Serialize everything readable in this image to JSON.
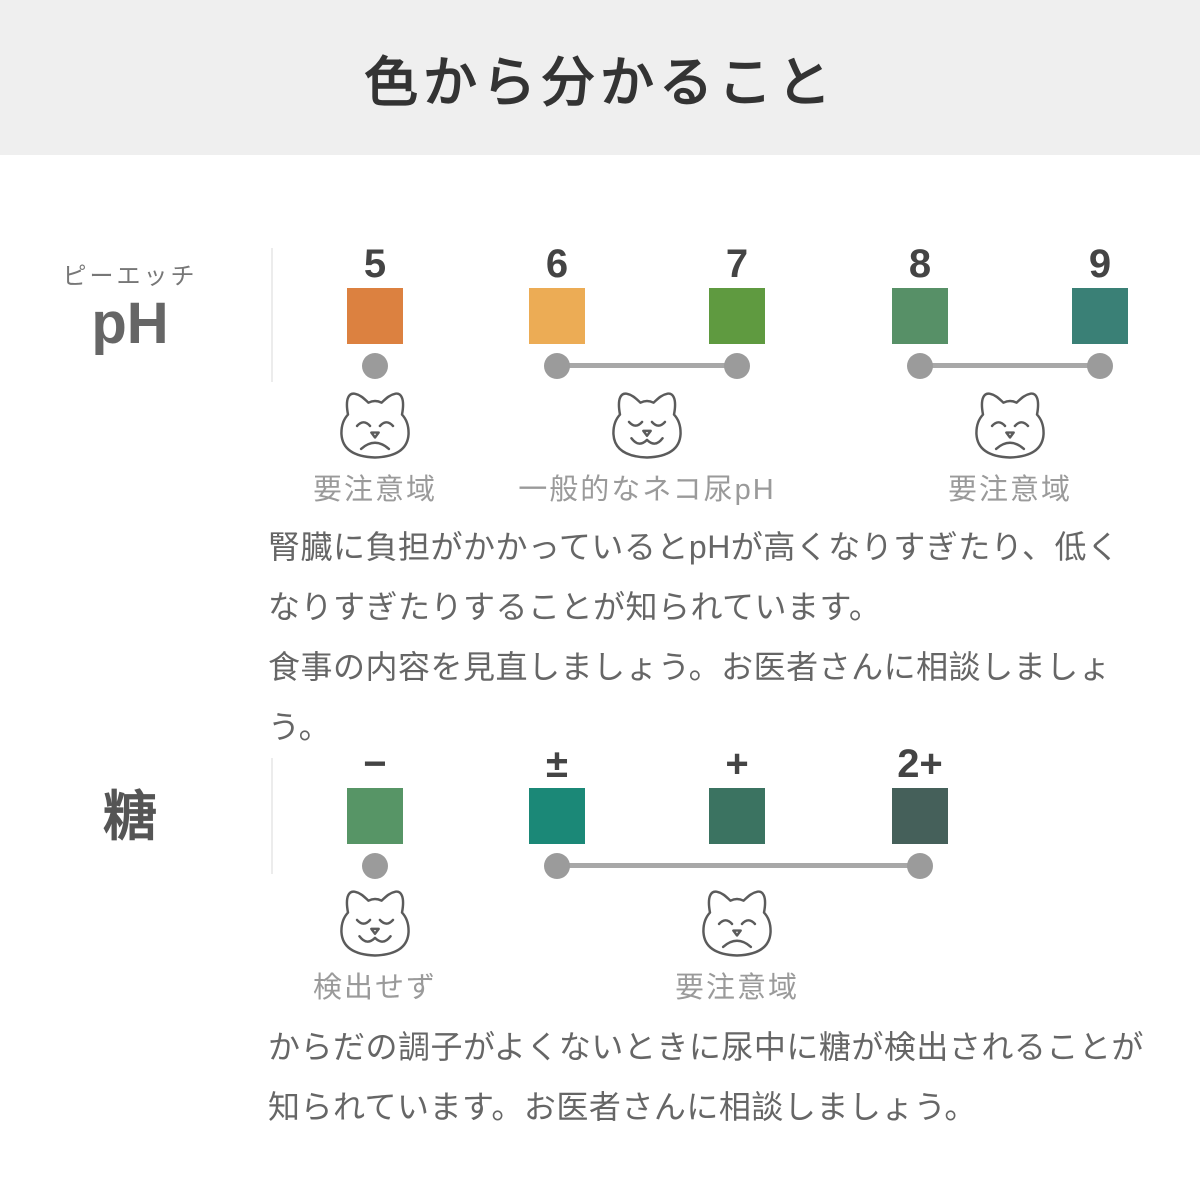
{
  "header": {
    "title": "色から分かること"
  },
  "ph": {
    "ruby": "ピーエッチ",
    "label": "pH",
    "swatches": [
      {
        "value": "5",
        "color": "#dc8140"
      },
      {
        "value": "6",
        "color": "#ecac55"
      },
      {
        "value": "7",
        "color": "#5f9a40"
      },
      {
        "value": "8",
        "color": "#579067"
      },
      {
        "value": "9",
        "color": "#3a8076"
      }
    ],
    "ranges": [
      {
        "label": "要注意域",
        "mood": "sad"
      },
      {
        "label": "一般的なネコ尿pH",
        "mood": "happy"
      },
      {
        "label": "要注意域",
        "mood": "sad"
      }
    ],
    "description_lines": [
      "腎臓に負担がかかっているとpHが高くなりすぎたり、低く",
      "なりすぎたりすることが知られています。",
      "食事の内容を見直しましょう。お医者さんに相談しましょう。"
    ]
  },
  "sugar": {
    "label": "糖",
    "swatches": [
      {
        "value": "−",
        "color": "#579566"
      },
      {
        "value": "±",
        "color": "#1b8877"
      },
      {
        "value": "+",
        "color": "#3b7361"
      },
      {
        "value": "2+",
        "color": "#45605a"
      }
    ],
    "ranges": [
      {
        "label": "検出せず",
        "mood": "happy"
      },
      {
        "label": "要注意域",
        "mood": "sad"
      }
    ],
    "description_lines": [
      "からだの調子がよくないときに尿中に糖が検出されることが",
      "知られています。お医者さんに相談しましょう。"
    ]
  },
  "palette": {
    "header_bg": "#efefef",
    "dot": "#9b9b9b",
    "connector": "#a8a8a8",
    "divider": "#ececec",
    "text_dark": "#333333",
    "text_body": "#666666",
    "text_muted": "#9a9a9a"
  }
}
